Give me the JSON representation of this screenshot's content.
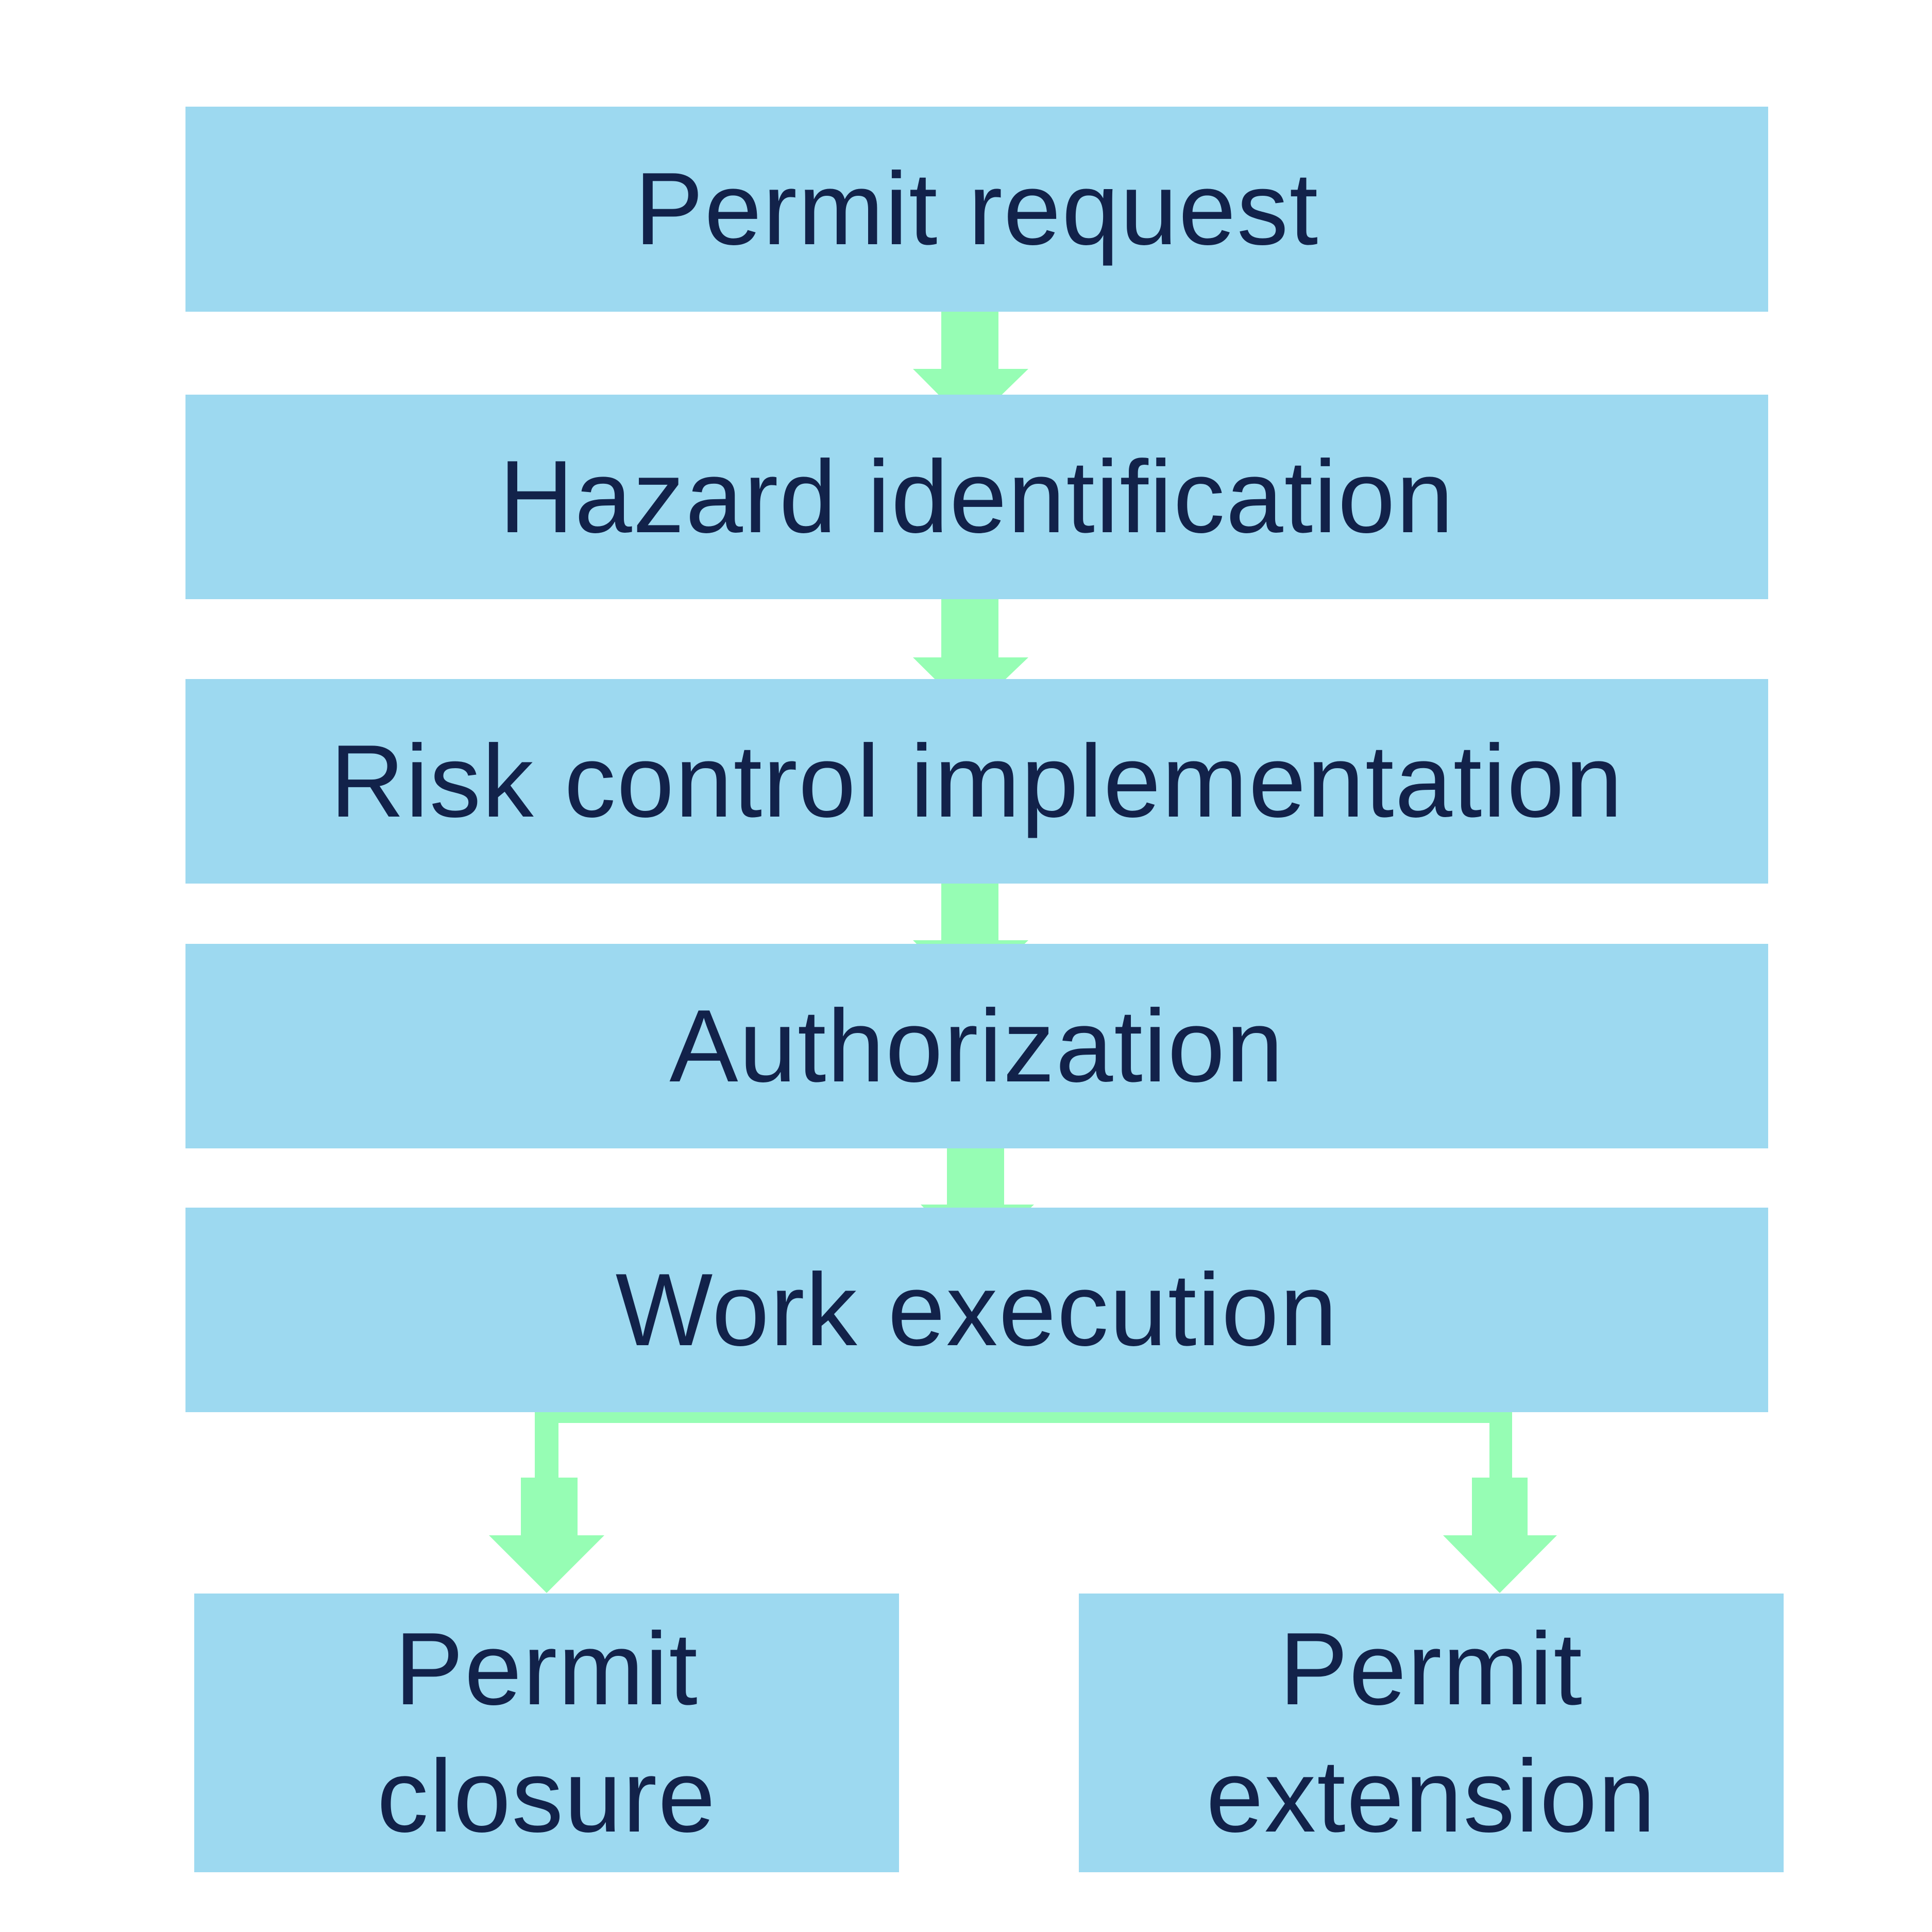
{
  "diagram": {
    "steps": [
      {
        "id": "permit-request",
        "label": "Permit request"
      },
      {
        "id": "hazard-identification",
        "label": "Hazard identification"
      },
      {
        "id": "risk-control-implementation",
        "label": "Risk control implementation"
      },
      {
        "id": "authorization",
        "label": "Authorization"
      },
      {
        "id": "work-execution",
        "label": "Work execution"
      }
    ],
    "outcomes": [
      {
        "id": "permit-closure",
        "line1": "Permit",
        "line2": "closure"
      },
      {
        "id": "permit-extension",
        "line1": "Permit",
        "line2": "extension"
      }
    ],
    "colors": {
      "box_fill": "#9dd9f0",
      "text": "#12224a",
      "arrow": "#96fdb4",
      "background": "#ffffff"
    }
  }
}
